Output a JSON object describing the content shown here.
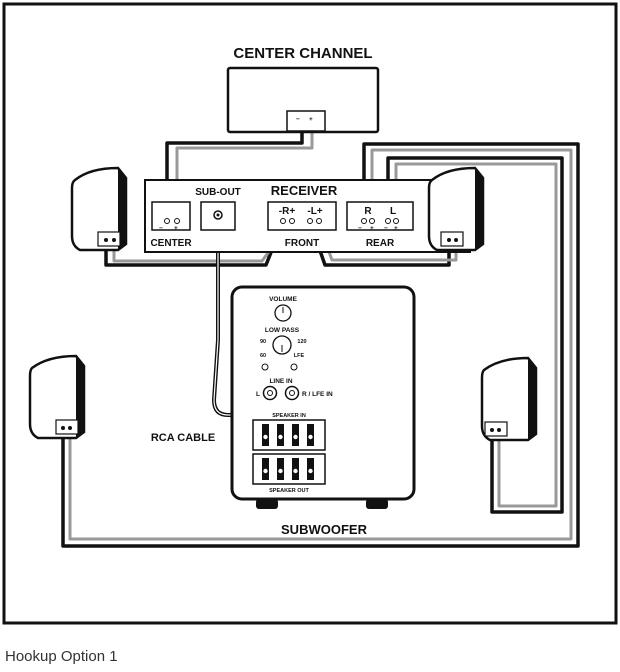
{
  "diagram": {
    "center_channel": "CENTER CHANNEL",
    "receiver": "RECEIVER",
    "sub_out": "SUB-OUT",
    "center": "CENTER",
    "front": "FRONT",
    "rear": "REAR",
    "front_r": "-R+",
    "front_l": "-L+",
    "rear_r": "R",
    "rear_l": "L",
    "volume": "VOLUME",
    "low_pass": "LOW PASS",
    "lp_90": "90",
    "lp_120": "120",
    "lp_60": "60",
    "lp_lfe": "LFE",
    "line_in": "LINE IN",
    "line_l": "L",
    "line_r": "R / LFE IN",
    "speaker_in": "SPEAKER IN",
    "speaker_out": "SPEAKER OUT",
    "rca_cable": "RCA CABLE",
    "subwoofer": "SUBWOOFER",
    "minus": "−",
    "plus": "+"
  },
  "caption": "Hookup Option 1"
}
